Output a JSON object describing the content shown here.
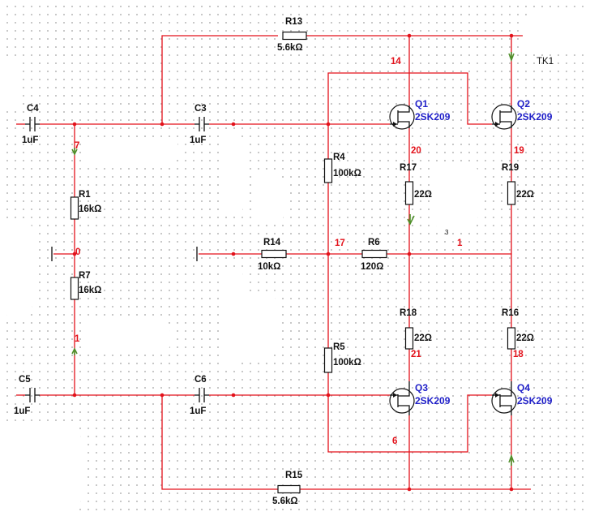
{
  "components": {
    "R13": {
      "name": "R13",
      "value": "5.6kΩ"
    },
    "R15": {
      "name": "R15",
      "value": "5.6kΩ"
    },
    "R1": {
      "name": "R1",
      "value": "16kΩ"
    },
    "R7": {
      "name": "R7",
      "value": "16kΩ"
    },
    "R4": {
      "name": "R4",
      "value": "100kΩ"
    },
    "R5": {
      "name": "R5",
      "value": "100kΩ"
    },
    "R14": {
      "name": "R14",
      "value": "10kΩ"
    },
    "R6": {
      "name": "R6",
      "value": "120Ω"
    },
    "R17": {
      "name": "R17",
      "value": "22Ω"
    },
    "R19": {
      "name": "R19",
      "value": "22Ω"
    },
    "R18": {
      "name": "R18",
      "value": "22Ω"
    },
    "R16": {
      "name": "R16",
      "value": "22Ω"
    },
    "C4": {
      "name": "C4",
      "value": "1uF"
    },
    "C3": {
      "name": "C3",
      "value": "1uF"
    },
    "C5": {
      "name": "C5",
      "value": "1uF"
    },
    "C6": {
      "name": "C6",
      "value": "1uF"
    },
    "Q1": {
      "name": "Q1",
      "model": "2SK209"
    },
    "Q2": {
      "name": "Q2",
      "model": "2SK209"
    },
    "Q3": {
      "name": "Q3",
      "model": "2SK209"
    },
    "Q4": {
      "name": "Q4",
      "model": "2SK209"
    }
  },
  "nodes": {
    "n14": "14",
    "n20": "20",
    "n19": "19",
    "n17": "17",
    "n1": "1",
    "n21": "21",
    "n18": "18",
    "n6": "6",
    "n0": "0",
    "n7": "7",
    "n1b": "1"
  },
  "misc": {
    "tk1": "TK1",
    "n3": "3"
  },
  "colors": {
    "wire": "#e3121b",
    "component": "#111111",
    "transistor_label": "#2020c8",
    "node_label": "#e3121b",
    "probe": "#4f8f2a"
  }
}
